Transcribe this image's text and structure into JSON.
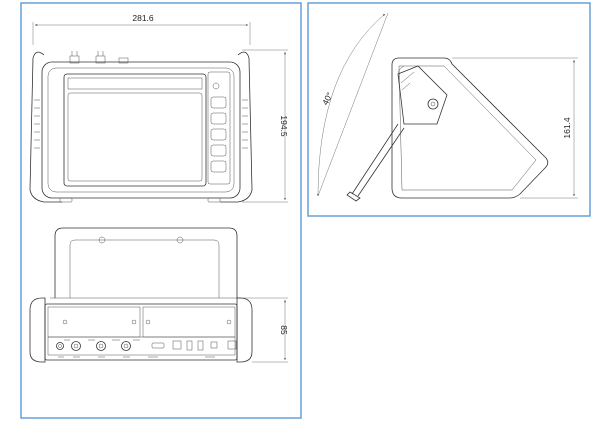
{
  "front_view": {
    "width_label": "281.6",
    "height_label": "194.5"
  },
  "side_view": {
    "angle_label": "40°",
    "height_label": "161.4"
  },
  "connector_view": {
    "height_label": "85"
  }
}
